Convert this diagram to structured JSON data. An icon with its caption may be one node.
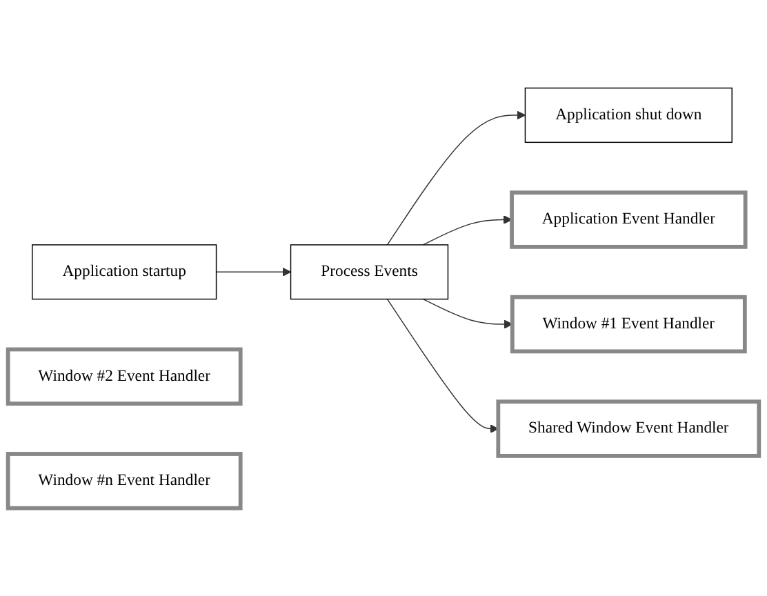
{
  "diagram": {
    "nodes": [
      {
        "text": [
          "Application startup"
        ]
      },
      {
        "text": [
          "Process Events"
        ]
      },
      {
        "text": [
          "Application shut down"
        ]
      },
      {
        "text": [
          "Application Event Handler"
        ]
      },
      {
        "text": [
          "Window #1 Event Handler"
        ]
      },
      {
        "text": [
          "Window #2 Event Handler"
        ]
      },
      {
        "text": [
          "Window #n Event Handler"
        ]
      },
      {
        "text": [
          "Shared Window Event Handler"
        ]
      }
    ],
    "edges": [
      {
        "from": 0,
        "to": 1,
        "arrow": "to"
      },
      {
        "from": 1,
        "to": 2,
        "arrow": "to"
      },
      {
        "from": 1,
        "to": 3,
        "arrow": "to"
      },
      {
        "from": 1,
        "to": 4,
        "arrow": "to"
      },
      {
        "from": 1,
        "to": 7,
        "arrow": "to"
      }
    ]
  }
}
